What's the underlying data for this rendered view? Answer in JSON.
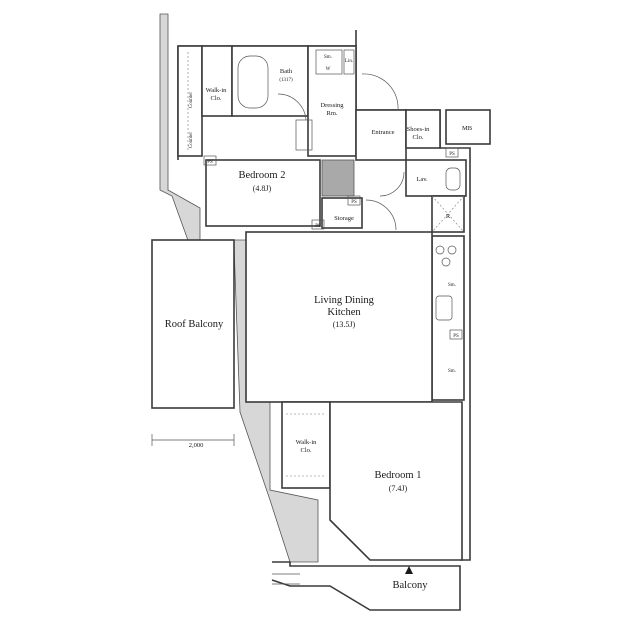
{
  "rooms": {
    "bedroom2": {
      "name": "Bedroom 2",
      "size": "(4.8J)"
    },
    "ldk": {
      "line1": "Living Dining",
      "line2": "Kitchen",
      "size": "(13.5J)"
    },
    "bedroom1": {
      "name": "Bedroom 1",
      "size": "(7.4J)"
    },
    "roof_balcony": "Roof Balcony",
    "balcony": "Balcony",
    "bath": {
      "name": "Bath",
      "size": "(1317)"
    },
    "dressing": {
      "line1": "Dressing",
      "line2": "Rm."
    },
    "walkin_top": {
      "line1": "Walk-in",
      "line2": "Clo."
    },
    "walkin_bottom": {
      "line1": "Walk-in",
      "line2": "Clo."
    },
    "entrance": "Entrance",
    "shoes_in": {
      "line1": "Shoes-in",
      "line2": "Clo."
    },
    "lav": "Lav.",
    "storage": "Storage",
    "mb": "MB",
    "refrigerator": "R",
    "washer": "W",
    "linen": "Lin.",
    "counter_top": "Counter",
    "counter_bottom": "Counter",
    "sm_a": "Sm.",
    "sm_b": "Sm.",
    "sm_c": "Sm."
  },
  "ps_labels": [
    "PS",
    "PS",
    "PS",
    "PS",
    "PS"
  ],
  "dimension": "2,000"
}
